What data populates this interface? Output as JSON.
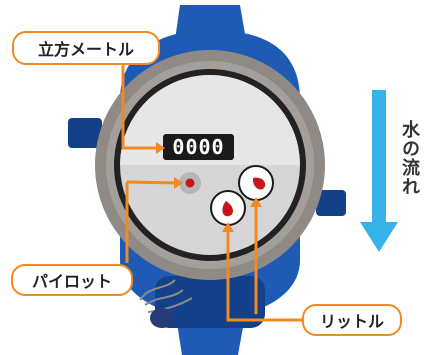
{
  "labels": {
    "cubic_meter": "立方メートル",
    "pilot": "パイロット",
    "litre": "リットル",
    "water_flow": "水の流れ"
  },
  "meter": {
    "counter": "0000"
  },
  "colors": {
    "body_blue": "#1f5bb5",
    "body_blue_dark": "#14408a",
    "bezel_gray": "#8f8a86",
    "face_gray": "#cfcfcf",
    "counter_black": "#1a1a1a",
    "needle_red": "#c4161c",
    "callout_orange": "#f08a24",
    "flow_arrow": "#35b2e8"
  },
  "icons": {
    "flow_arrow": "down-arrow-icon",
    "pilot_dial": "pilot-dial-icon",
    "litre_dials": "litre-dial-icon"
  }
}
